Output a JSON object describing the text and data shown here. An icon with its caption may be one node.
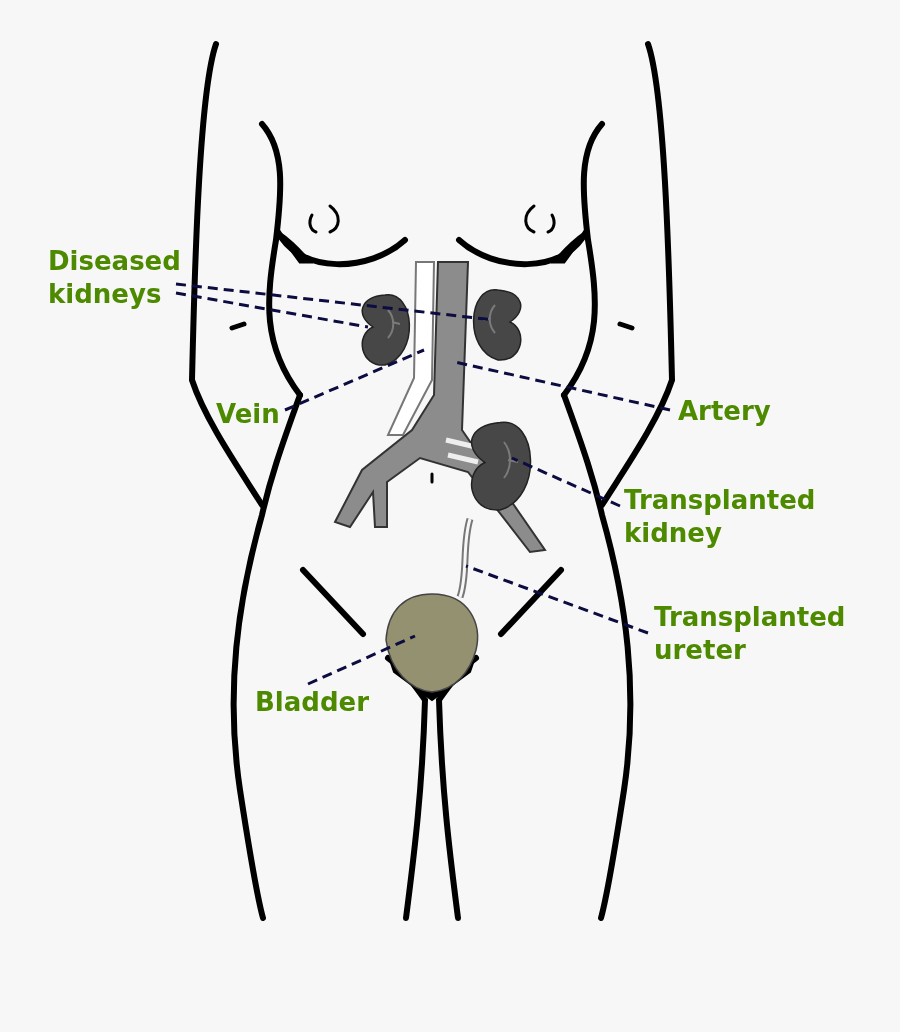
{
  "diagram": {
    "nodes": [
      {
        "text": [
          "Diseased kidneys"
        ]
      },
      {
        "text": [],
        "shape": "picture"
      },
      {
        "text": [],
        "shape": "picture"
      },
      {
        "text": [
          "Vein"
        ]
      },
      {
        "text": [],
        "shape": "picture"
      },
      {
        "text": [
          "Artery"
        ]
      },
      {
        "text": [],
        "shape": "picture"
      },
      {
        "text": [
          "Transplanted kidney"
        ]
      },
      {
        "text": [],
        "shape": "picture"
      },
      {
        "text": [
          "Transplanted ureter"
        ]
      },
      {
        "text": [],
        "shape": "picture"
      },
      {
        "text": [
          "Bladder"
        ]
      },
      {
        "text": [],
        "shape": "circle"
      }
    ],
    "edges": [
      {
        "from": 0,
        "to": 2,
        "arrow": "none"
      },
      {
        "from": 0,
        "to": 1,
        "arrow": "none"
      },
      {
        "from": 3,
        "to": 4,
        "arrow": "none"
      },
      {
        "from": 5,
        "to": 6,
        "arrow": "none"
      },
      {
        "from": 7,
        "to": 8,
        "arrow": "none"
      },
      {
        "from": 9,
        "to": 10,
        "arrow": "none"
      },
      {
        "from": 11,
        "to": 12,
        "arrow": "none"
      }
    ]
  }
}
